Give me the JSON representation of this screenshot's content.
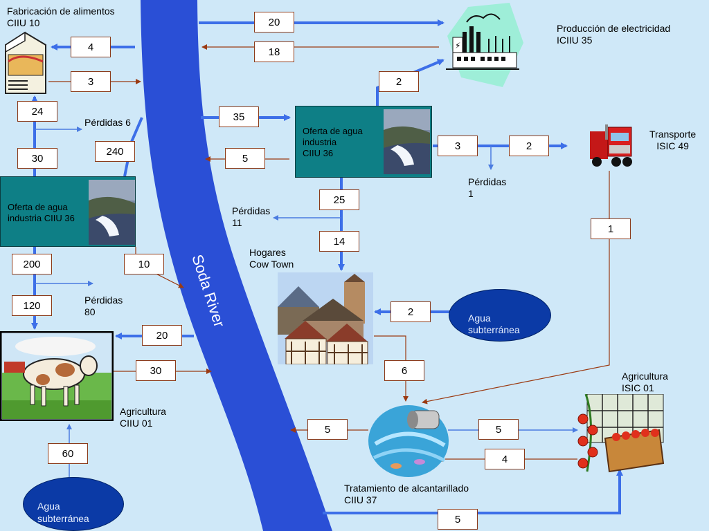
{
  "river": {
    "name": "Soda River",
    "color": "#2a4fd6"
  },
  "colors": {
    "arrow_blue": "#3d6fe8",
    "arrow_brown": "#9b3a12",
    "loss_blue": "#4a7be0",
    "panel_teal": "#0e7f86",
    "ellipse_blue": "#0b3aa6"
  },
  "nodes": {
    "food": {
      "line1": "Fabricación de alimentos",
      "line2": "CIIU 10",
      "icon": "milk-carton-icon"
    },
    "electricity": {
      "line1": "Producción de electricidad",
      "line2": "ICIIU 35",
      "icon": "power-plant-icon"
    },
    "water_left": {
      "line1": "Oferta de agua",
      "line2": "industria CIIU 36",
      "icon": "dam-photo"
    },
    "water_center": {
      "line1": "Oferta de agua",
      "line2": "industria",
      "line3": "CIIU 36",
      "icon": "dam-photo"
    },
    "transport": {
      "line1": "Transporte",
      "line2": "ISIC 49",
      "icon": "truck-icon"
    },
    "households": {
      "line1": "Hogares",
      "line2": "Cow Town",
      "icon": "houses-icon"
    },
    "agri_left": {
      "line1": "Agricultura",
      "line2": "CIIU 01",
      "icon": "cow-icon"
    },
    "agri_right": {
      "line1": "Agricultura",
      "line2": "ISIC 01",
      "icon": "tomato-greenhouse-icon"
    },
    "sewage": {
      "line1": "Tratamiento de alcantarillado",
      "line2": "CIIU 37",
      "icon": "sewage-pipe-icon"
    },
    "groundwater_center": {
      "line1": "Agua",
      "line2": "subterránea"
    },
    "groundwater_left": {
      "line1": "Agua",
      "line2": "subterránea"
    }
  },
  "losses": {
    "l6": {
      "line1": "Pérdidas 6"
    },
    "l1": {
      "line1": "Pérdidas",
      "line2": "1"
    },
    "l11": {
      "line1": "Pérdidas",
      "line2": "11"
    },
    "l80": {
      "line1": "Pérdidas",
      "line2": "80"
    }
  },
  "flows": {
    "river_to_electricity": "20",
    "electricity_to_river": "18",
    "river_to_food": "4",
    "food_to_river": "3",
    "food_supply": "24",
    "river_to_water_left": "240",
    "water_left_top": "30",
    "river_to_water_center": "35",
    "water_center_to_river": "5",
    "water_center_to_electricity": "2",
    "water_center_out_transport": "3",
    "to_transport": "2",
    "water_center_down": "25",
    "to_households": "14",
    "water_left_to_river": "10",
    "water_left_down": "200",
    "to_agri_left": "120",
    "river_to_agri_left": "20",
    "agri_left_to_river": "30",
    "groundwater_to_households": "2",
    "households_to_sewage": "6",
    "transport_to_sewage": "1",
    "sewage_to_river": "5",
    "sewage_to_agri_right": "5",
    "agri_right_to_sewage": "4",
    "groundwater_to_agri_left": "60",
    "groundwater_to_agri_right": "5"
  }
}
